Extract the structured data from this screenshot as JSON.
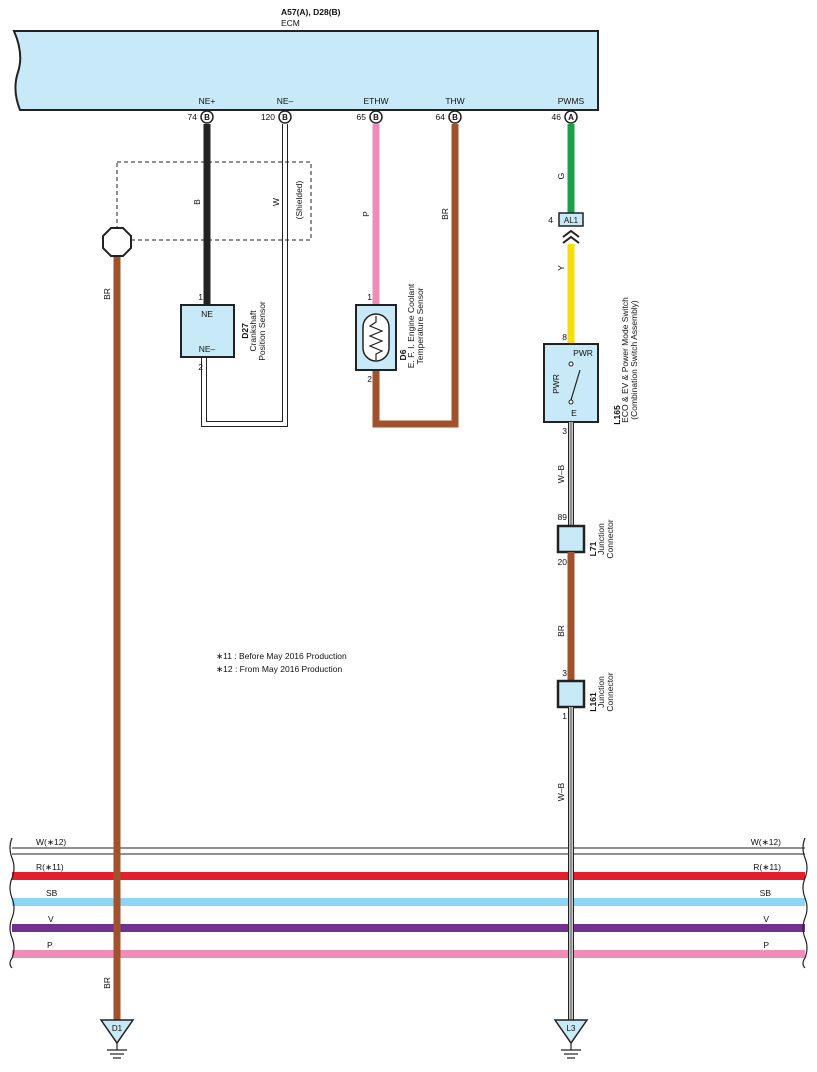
{
  "ecm": {
    "connector_ids": "A57(A), D28(B)",
    "name": "ECM",
    "pins": [
      {
        "num": "74",
        "conn": "B",
        "name": "NE+"
      },
      {
        "num": "120",
        "conn": "B",
        "name": "NE–"
      },
      {
        "num": "65",
        "conn": "B",
        "name": "ETHW"
      },
      {
        "num": "64",
        "conn": "B",
        "name": "THW"
      },
      {
        "num": "46",
        "conn": "A",
        "name": "PWMS"
      }
    ]
  },
  "wires": {
    "ne_plus": "B",
    "ne_minus": "W",
    "shielded": "(Shielded)",
    "ethw": "P",
    "thw": "BR",
    "pwms": "G",
    "pwms_after": "Y",
    "shield_ground": "BR",
    "shield_ground_low": "BR",
    "switch_out": "W–B",
    "junction_mid": "BR",
    "junction_out": "W–B"
  },
  "colors": {
    "B": "#222222",
    "W": "#ffffff",
    "P": "#f08cb8",
    "BR": "#a0522d",
    "G": "#1aa04a",
    "Y": "#f7dd0a",
    "R": "#e41e2b",
    "SB": "#8ed6f7",
    "V": "#73318f",
    "ecm_fill": "#c8eaf8"
  },
  "components": {
    "d27": {
      "id": "D27",
      "name": "Crankshaft",
      "name2": "Position Sensor",
      "pin_top": "1",
      "pin_bottom": "2",
      "label_top": "NE",
      "label_bottom": "NE–"
    },
    "d6": {
      "id": "D6",
      "name": "E. F. I.  Engine Coolant",
      "name2": "Temperature Sensor",
      "pin_top": "1",
      "pin_bottom": "2"
    },
    "al1": {
      "id": "AL1",
      "pin": "4"
    },
    "l165": {
      "id": "L165",
      "name": "ECO & EV & Power Mode Switch",
      "name2": "(Combination Switch Assembly)",
      "pin_top": "8",
      "pin_bottom": "3",
      "pwr_top": "PWR",
      "pwr_side": "PWR",
      "e": "E"
    },
    "l71": {
      "id": "L71",
      "name": "Junction",
      "name2": "Connector",
      "pin_top": "89",
      "pin_bottom": "20"
    },
    "l161": {
      "id": "L161",
      "name": "Junction",
      "name2": "Connector",
      "pin_top": "3",
      "pin_bottom": "1"
    }
  },
  "notes": [
    "∗11 : Before May 2016 Production",
    "∗12 : From May 2016 Production"
  ],
  "buses": [
    {
      "label": "W(∗12)",
      "color": "W"
    },
    {
      "label": "R(∗11)",
      "color": "R"
    },
    {
      "label": "SB",
      "color": "SB"
    },
    {
      "label": "V",
      "color": "V"
    },
    {
      "label": "P",
      "color": "P"
    }
  ],
  "grounds": {
    "d1": "D1",
    "l3": "L3"
  }
}
